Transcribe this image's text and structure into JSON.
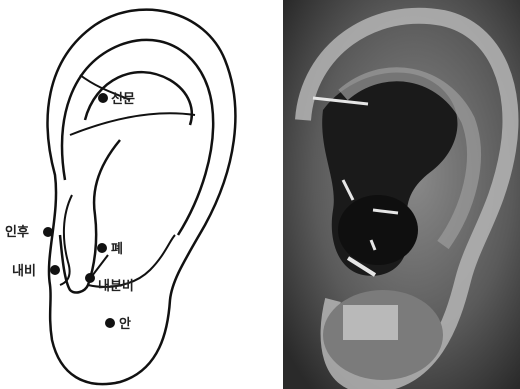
{
  "diagram": {
    "points": [
      {
        "key": "sinmun",
        "label": "신문"
      },
      {
        "key": "inhu",
        "label": "인후"
      },
      {
        "key": "pye",
        "label": "폐"
      },
      {
        "key": "naebi",
        "label": "내비"
      },
      {
        "key": "naebunbi",
        "label": "내분비"
      },
      {
        "key": "an",
        "label": "안"
      }
    ]
  }
}
